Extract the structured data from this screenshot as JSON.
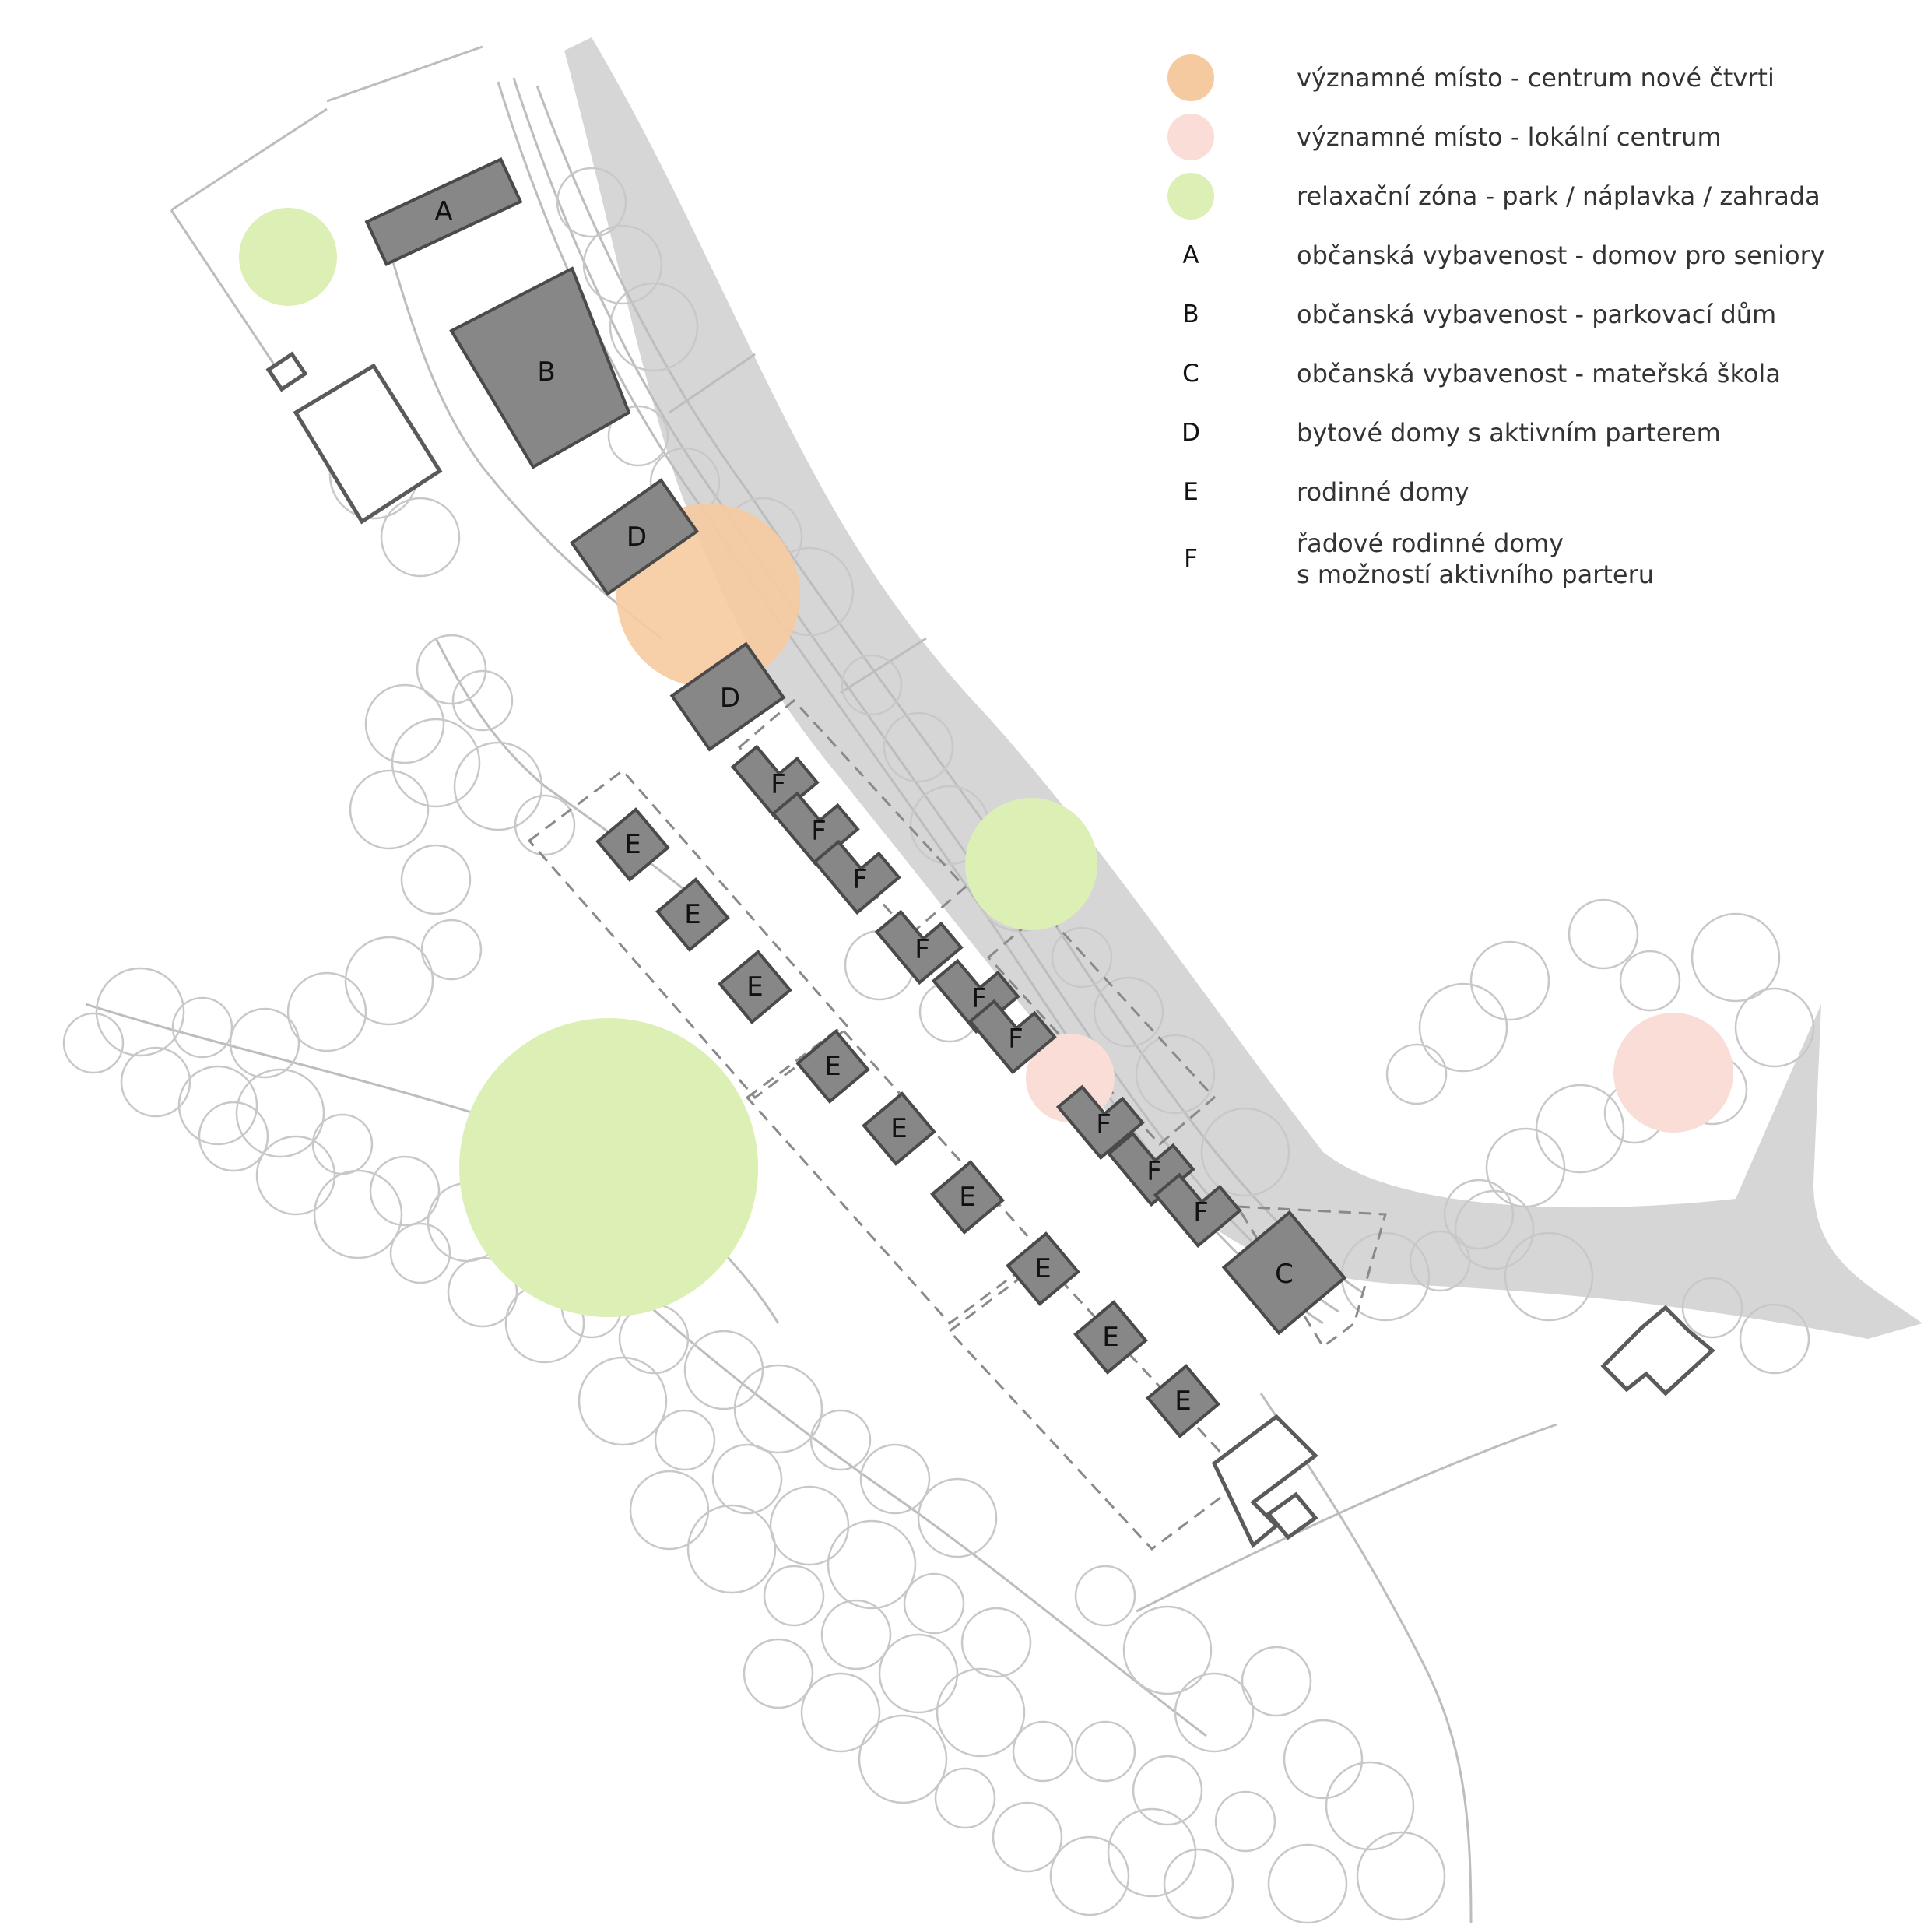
{
  "colors": {
    "main_centre": "#f6caa0",
    "local_centre": "#f9ddd6",
    "relax_zone": "#dcefb4",
    "building_fill": "#878787",
    "building_stroke": "#4a4a4a",
    "river": "#d6d6d6",
    "line": "#bdbdbd"
  },
  "legend": {
    "items": [
      {
        "key": "",
        "swatch": "main_centre",
        "text": "významné místo - centrum nové čtvrti"
      },
      {
        "key": "",
        "swatch": "local_centre",
        "text": "významné místo - lokální centrum"
      },
      {
        "key": "",
        "swatch": "relax_zone",
        "text": "relaxační zóna - park / náplavka / zahrada"
      },
      {
        "key": "A",
        "text": "občanská vybavenost - domov pro seniory"
      },
      {
        "key": "B",
        "text": "občanská vybavenost - parkovací dům"
      },
      {
        "key": "C",
        "text": "občanská vybavenost - mateřská škola"
      },
      {
        "key": "D",
        "text": "bytové domy s aktivním parterem"
      },
      {
        "key": "E",
        "text": "rodinné domy"
      },
      {
        "key": "F",
        "text": "řadové rodinné domy",
        "text2": "s možností aktivního parteru"
      }
    ]
  },
  "map": {
    "labels": {
      "A": "A",
      "B": "B",
      "C": "C",
      "D1": "D",
      "D2": "D",
      "E1": "E",
      "E2": "E",
      "E3": "E",
      "E4": "E",
      "E5": "E",
      "E6": "E",
      "E7": "E",
      "E8": "E",
      "E9": "E",
      "F1": "F",
      "F2": "F",
      "F3": "F",
      "F4": "F",
      "F5": "F",
      "F6": "F",
      "F7": "F",
      "F8": "F",
      "F9": "F"
    }
  }
}
